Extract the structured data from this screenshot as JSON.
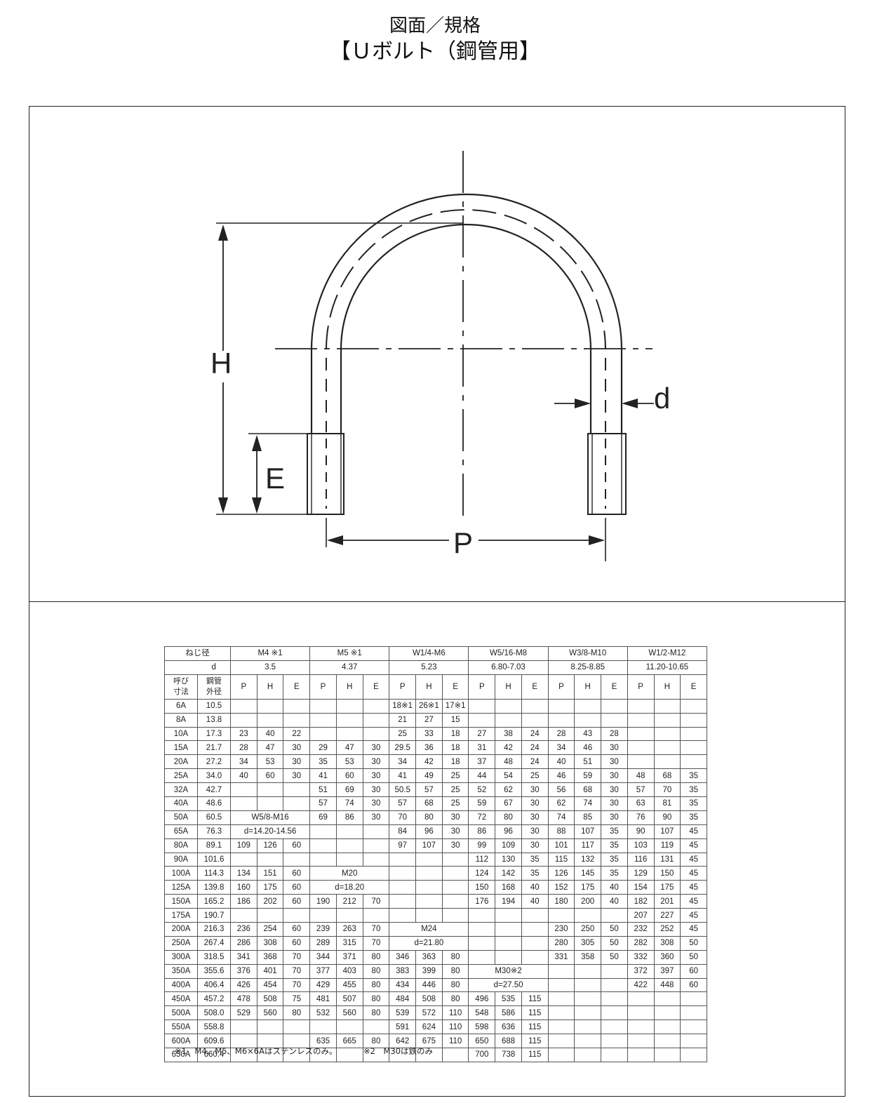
{
  "header": {
    "line1": "図面／規格",
    "line2": "【Ｕボルト（鋼管用】"
  },
  "diagram": {
    "labels": {
      "H": "H",
      "E": "E",
      "P": "P",
      "d": "d"
    }
  },
  "table": {
    "row1": [
      "ねじ径",
      "M4 ※1",
      "M5 ※1",
      "W1/4-M6",
      "W5/16-M8",
      "W3/8-M10",
      "W1/2-M12"
    ],
    "row2": [
      "d",
      "3.5",
      "4.37",
      "5.23",
      "6.80-7.03",
      "8.25-8.85",
      "11.20-10.65"
    ],
    "row3": {
      "yobi": "呼び寸法",
      "koukan": "鋼管外径",
      "cols": [
        "P",
        "H",
        "E"
      ]
    },
    "rows": [
      [
        "6A",
        "10.5",
        "",
        "",
        "",
        "",
        "",
        "",
        "18※1",
        "26※1",
        "17※1",
        "",
        "",
        "",
        "",
        "",
        "",
        "",
        "",
        ""
      ],
      [
        "8A",
        "13.8",
        "",
        "",
        "",
        "",
        "",
        "",
        "21",
        "27",
        "15",
        "",
        "",
        "",
        "",
        "",
        "",
        "",
        "",
        ""
      ],
      [
        "10A",
        "17.3",
        "23",
        "40",
        "22",
        "",
        "",
        "",
        "25",
        "33",
        "18",
        "27",
        "38",
        "24",
        "28",
        "43",
        "28",
        "",
        "",
        ""
      ],
      [
        "15A",
        "21.7",
        "28",
        "47",
        "30",
        "29",
        "47",
        "30",
        "29.5",
        "36",
        "18",
        "31",
        "42",
        "24",
        "34",
        "46",
        "30",
        "",
        "",
        ""
      ],
      [
        "20A",
        "27.2",
        "34",
        "53",
        "30",
        "35",
        "53",
        "30",
        "34",
        "42",
        "18",
        "37",
        "48",
        "24",
        "40",
        "51",
        "30",
        "",
        "",
        ""
      ],
      [
        "25A",
        "34.0",
        "40",
        "60",
        "30",
        "41",
        "60",
        "30",
        "41",
        "49",
        "25",
        "44",
        "54",
        "25",
        "46",
        "59",
        "30",
        "48",
        "68",
        "35"
      ],
      [
        "32A",
        "42.7",
        "",
        "",
        "",
        "51",
        "69",
        "30",
        "50.5",
        "57",
        "25",
        "52",
        "62",
        "30",
        "56",
        "68",
        "30",
        "57",
        "70",
        "35"
      ],
      [
        "40A",
        "48.6",
        "",
        "",
        "",
        "57",
        "74",
        "30",
        "57",
        "68",
        "25",
        "59",
        "67",
        "30",
        "62",
        "74",
        "30",
        "63",
        "81",
        "35"
      ],
      [
        "50A",
        "60.5",
        "",
        "",
        "",
        "69",
        "86",
        "30",
        "70",
        "80",
        "30",
        "72",
        "80",
        "30",
        "74",
        "85",
        "30",
        "76",
        "90",
        "35"
      ],
      [
        "65A",
        "76.3",
        "",
        "",
        "",
        "",
        "",
        "",
        "84",
        "96",
        "30",
        "86",
        "96",
        "30",
        "88",
        "107",
        "35",
        "90",
        "107",
        "45"
      ],
      [
        "80A",
        "89.1",
        "109",
        "126",
        "60",
        "",
        "",
        "",
        "97",
        "107",
        "30",
        "99",
        "109",
        "30",
        "101",
        "117",
        "35",
        "103",
        "119",
        "45"
      ],
      [
        "90A",
        "101.6",
        "",
        "",
        "",
        "",
        "",
        "",
        "",
        "",
        "",
        "112",
        "130",
        "35",
        "115",
        "132",
        "35",
        "116",
        "131",
        "45"
      ],
      [
        "100A",
        "114.3",
        "134",
        "151",
        "60",
        "",
        "",
        "",
        "",
        "",
        "",
        "124",
        "142",
        "35",
        "126",
        "145",
        "35",
        "129",
        "150",
        "45"
      ],
      [
        "125A",
        "139.8",
        "160",
        "175",
        "60",
        "",
        "",
        "",
        "",
        "",
        "",
        "150",
        "168",
        "40",
        "152",
        "175",
        "40",
        "154",
        "175",
        "45"
      ],
      [
        "150A",
        "165.2",
        "186",
        "202",
        "60",
        "190",
        "212",
        "70",
        "",
        "",
        "",
        "176",
        "194",
        "40",
        "180",
        "200",
        "40",
        "182",
        "201",
        "45"
      ],
      [
        "175A",
        "190.7",
        "",
        "",
        "",
        "",
        "",
        "",
        "",
        "",
        "",
        "",
        "",
        "",
        "",
        "",
        "",
        "207",
        "227",
        "45"
      ],
      [
        "200A",
        "216.3",
        "236",
        "254",
        "60",
        "239",
        "263",
        "70",
        "",
        "",
        "",
        "",
        "",
        "",
        "230",
        "250",
        "50",
        "232",
        "252",
        "45"
      ],
      [
        "250A",
        "267.4",
        "286",
        "308",
        "60",
        "289",
        "315",
        "70",
        "",
        "",
        "",
        "",
        "",
        "",
        "280",
        "305",
        "50",
        "282",
        "308",
        "50"
      ],
      [
        "300A",
        "318.5",
        "341",
        "368",
        "70",
        "344",
        "371",
        "80",
        "346",
        "363",
        "80",
        "",
        "",
        "",
        "331",
        "358",
        "50",
        "332",
        "360",
        "50"
      ],
      [
        "350A",
        "355.6",
        "376",
        "401",
        "70",
        "377",
        "403",
        "80",
        "383",
        "399",
        "80",
        "",
        "",
        "",
        "",
        "",
        "",
        "372",
        "397",
        "60"
      ],
      [
        "400A",
        "406.4",
        "426",
        "454",
        "70",
        "429",
        "455",
        "80",
        "434",
        "446",
        "80",
        "",
        "",
        "",
        "",
        "",
        "",
        "422",
        "448",
        "60"
      ],
      [
        "450A",
        "457.2",
        "478",
        "508",
        "75",
        "481",
        "507",
        "80",
        "484",
        "508",
        "80",
        "496",
        "535",
        "115",
        "",
        "",
        "",
        "",
        "",
        ""
      ],
      [
        "500A",
        "508.0",
        "529",
        "560",
        "80",
        "532",
        "560",
        "80",
        "539",
        "572",
        "110",
        "548",
        "586",
        "115",
        "",
        "",
        "",
        "",
        "",
        ""
      ],
      [
        "550A",
        "558.8",
        "",
        "",
        "",
        "",
        "",
        "",
        "591",
        "624",
        "110",
        "598",
        "636",
        "115",
        "",
        "",
        "",
        "",
        "",
        ""
      ],
      [
        "600A",
        "609.6",
        "",
        "",
        "",
        "635",
        "665",
        "80",
        "642",
        "675",
        "110",
        "650",
        "688",
        "115",
        "",
        "",
        "",
        "",
        "",
        ""
      ],
      [
        "650A",
        "660.4",
        "",
        "",
        "",
        "",
        "",
        "",
        "",
        "",
        "",
        "700",
        "738",
        "115",
        "",
        "",
        "",
        "",
        "",
        ""
      ]
    ],
    "merged": {
      "w58": "W5/8-M16",
      "w58d": "d=14.20-14.56",
      "m20": "M20",
      "m20d": "d=18.20",
      "m24": "M24",
      "m24d": "d=21.80",
      "m30": "M30※2",
      "m30d": "d=27.50"
    }
  },
  "notes": {
    "n1": "※1　M4、M5、M6×6Aはステンレスのみ。",
    "n2": "※2　M30は鉄のみ"
  }
}
